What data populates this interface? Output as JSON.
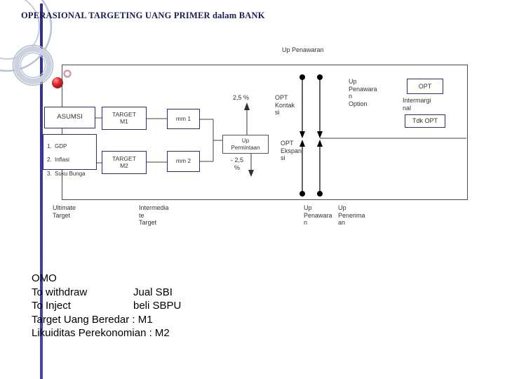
{
  "slide": {
    "title": "OPERASIONAL TARGETING UANG PRIMER dalam BANK"
  },
  "diagram": {
    "top_label": "Up Penawaran",
    "asumsi_label": "ASUMSI",
    "assumptions": [
      {
        "num": "1.",
        "label": "GDP"
      },
      {
        "num": "2.",
        "label": "Inflasi"
      },
      {
        "num": "3.",
        "label": "Suku Bunga"
      }
    ],
    "target_m1": "TARGET\nM1",
    "target_m2": "TARGET\nM2",
    "mm1": "mm 1",
    "mm2": "mm 2",
    "rate_up": "2,5 %",
    "rate_down": "- 2,5\n%",
    "up_permintaan": "Up\nPermintaan",
    "opt_kontraksi": "OPT\nKontak\nsi",
    "opt_ekspansi": "OPT\nEkspan\nsi",
    "up_penawaran_option": "Up\nPenawara\nn\nOption",
    "opt_box": "OPT",
    "intermarginal": "Intermargi\nnal",
    "tdk_opt": "Tdk OPT"
  },
  "bottom_row": {
    "ultimate_target": "Ultimate\nTarget",
    "intermediate_target": "Intermedia\nte\nTarget",
    "up_penawaran": "Up\nPenawara\nn",
    "up_penerimaan": "Up\nPenerima\nan"
  },
  "notes": {
    "rows": [
      {
        "label": "OMO",
        "value": ""
      },
      {
        "label": "To withdraw",
        "value": "Jual SBI"
      },
      {
        "label": "To Inject",
        "value": "beli SBPU"
      },
      {
        "label": "Target Uang Beredar : M1",
        "value": ""
      },
      {
        "label": "Likuiditas Perekonomian : M2",
        "value": ""
      }
    ]
  },
  "colors": {
    "box_border": "#2b2b7a",
    "template_bar": "#34349b",
    "accent_red": "#cc1122",
    "title_text": "#1c1c55"
  }
}
